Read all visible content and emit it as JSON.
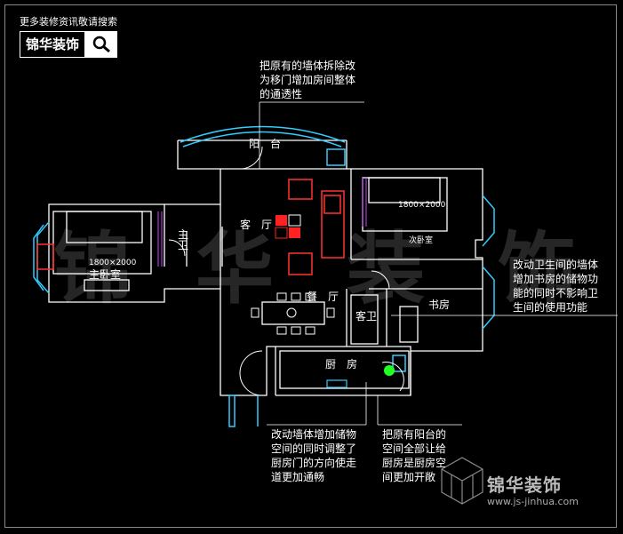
{
  "header": {
    "caption": "更多装修资讯敬请搜索",
    "logo_text": "锦华装饰",
    "search_icon": "search-icon"
  },
  "annotations": {
    "balcony_wall": "把原有的墙体拆除改\n为移门增加房间整体\n的通透性",
    "bathroom_wall": "改动卫生间的墙体\n增加书房的储物功\n能的同时不影响卫\n生间的使用功能",
    "kitchen_door": "改动墙体增加储物\n空间的同时调整了\n厨房门的方向使走\n道更加通畅",
    "kitchen_balcony": "把原有阳台的\n空间全部让给\n厨房是厨房空\n间更加开敞"
  },
  "rooms": {
    "balcony": "阳　台",
    "living": "客　厅",
    "master_bed": "主卧室",
    "master_bath": "主\n卫",
    "second_bed": "次卧室",
    "dining": "餐　厅",
    "guest_bath": "客卫",
    "study": "书房",
    "kitchen": "厨　房",
    "bed_label": "1800×2000"
  },
  "watermark": [
    "锦",
    "华",
    "装",
    "饰"
  ],
  "brand": {
    "name": "锦华装饰",
    "url": "www.js-jinhua.com"
  }
}
